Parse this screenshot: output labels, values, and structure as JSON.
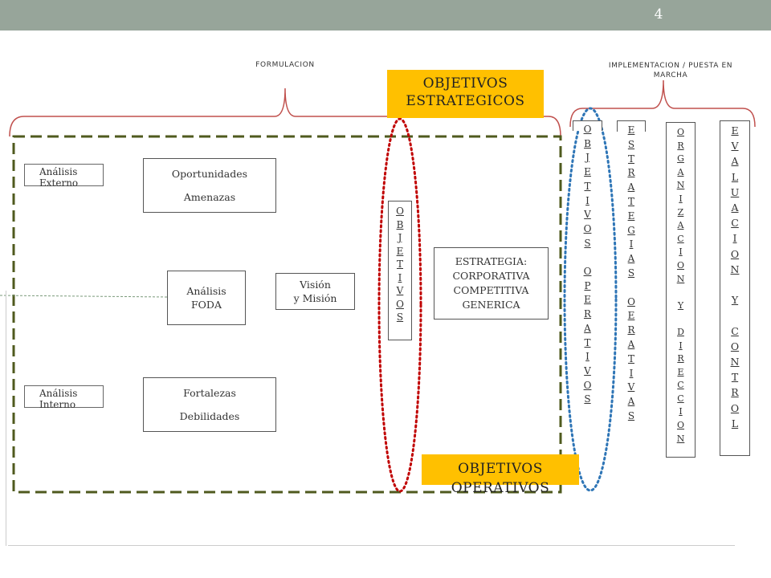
{
  "slide_number": "4",
  "headers": {
    "formulation": "FORMULACION",
    "implementation": "IMPLEMENTACION / PUESTA EN MARCHA"
  },
  "banners": {
    "strategic": "OBJETIVOS ESTRATEGICOS",
    "operational": "OBJETIVOS OPERATIVOS"
  },
  "boxes": {
    "external_analysis": "Análisis Externo",
    "internal_analysis": "Análisis Interno",
    "opportunities": "Oportunidades",
    "threats": "Amenazas",
    "swot_line1": "Análisis",
    "swot_line2": "FODA",
    "vision_line1": "Visión",
    "vision_line2": "y Misión",
    "strengths": "Fortalezas",
    "weaknesses": "Debilidades",
    "strategy_line1": "ESTRATEGIA:",
    "strategy_line2": "CORPORATIVA",
    "strategy_line3": "COMPETITIVA",
    "strategy_line4": "GENERICA"
  },
  "vertical_labels": {
    "objetivos": "OBJETIVOS",
    "objetivos_operativos": "OBJETIVOS OPERATIVOS",
    "estrategias_operativas": "ESTRATEGIAS OERATIVAS",
    "organizacion_direccion": "ORGANIZACION Y DIRECCION",
    "evaluacion_control": "EVALUACION Y CONTROL"
  },
  "colors": {
    "topbar": "#97a59a",
    "brace": "#c0504d",
    "dashed_frame": "#4f5a1e",
    "red_ellipse": "#c00000",
    "blue_ellipse": "#2e75b6",
    "banner": "#ffc000"
  }
}
